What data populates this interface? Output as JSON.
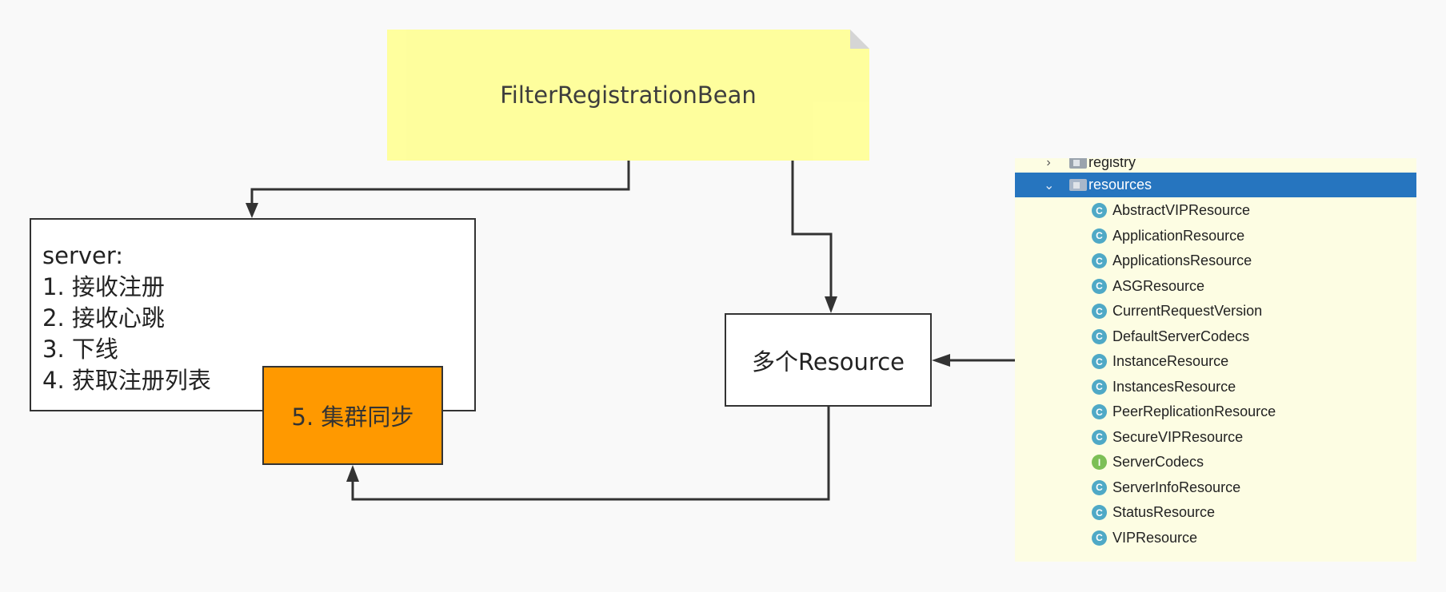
{
  "note": {
    "title": "FilterRegistrationBean"
  },
  "server": {
    "heading": "server:",
    "items": [
      "1. 接收注册",
      "2. 接收心跳",
      "3. 下线",
      "4. 获取注册列表"
    ]
  },
  "cluster": {
    "label": "5. 集群同步"
  },
  "resource": {
    "label": "多个Resource"
  },
  "tree": {
    "folders": [
      {
        "label": "registry",
        "expanded": false
      },
      {
        "label": "resources",
        "expanded": true
      }
    ],
    "classes": [
      {
        "label": "AbstractVIPResource",
        "icon": "class-icon"
      },
      {
        "label": "ApplicationResource",
        "icon": "class-icon"
      },
      {
        "label": "ApplicationsResource",
        "icon": "class-icon"
      },
      {
        "label": "ASGResource",
        "icon": "class-icon"
      },
      {
        "label": "CurrentRequestVersion",
        "icon": "class-icon"
      },
      {
        "label": "DefaultServerCodecs",
        "icon": "class-icon"
      },
      {
        "label": "InstanceResource",
        "icon": "class-icon"
      },
      {
        "label": "InstancesResource",
        "icon": "class-icon"
      },
      {
        "label": "PeerReplicationResource",
        "icon": "class-icon"
      },
      {
        "label": "SecureVIPResource",
        "icon": "class-icon"
      },
      {
        "label": "ServerCodecs",
        "icon": "interface-icon"
      },
      {
        "label": "ServerInfoResource",
        "icon": "class-icon"
      },
      {
        "label": "StatusResource",
        "icon": "class-icon"
      },
      {
        "label": "VIPResource",
        "icon": "class-icon"
      }
    ]
  },
  "colors": {
    "note_bg": "#ffff99",
    "cluster_bg": "#ff9900",
    "edge": "#333333",
    "selection": "#2675bf",
    "tree_bg": "#fdfde3"
  }
}
